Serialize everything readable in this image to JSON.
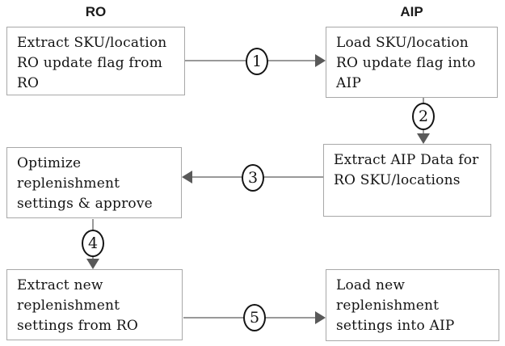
{
  "diagram": {
    "type": "flowchart",
    "columns": {
      "left": "RO",
      "right": "AIP"
    },
    "boxes": {
      "extract_flag": {
        "lines": [
          "Extract SKU/location",
          "RO update flag from",
          "RO"
        ]
      },
      "load_flag": {
        "lines": [
          "Load SKU/location",
          "RO update flag into",
          "AIP"
        ]
      },
      "extract_aip_data": {
        "lines": [
          "Extract AIP Data for",
          "RO SKU/locations"
        ]
      },
      "optimize": {
        "lines": [
          "Optimize",
          "replenishment",
          "settings & approve"
        ]
      },
      "extract_new": {
        "lines": [
          "Extract new",
          "replenishment",
          "settings from RO"
        ]
      },
      "load_new": {
        "lines": [
          "Load new",
          "replenishment",
          "settings into AIP"
        ]
      }
    },
    "steps": {
      "s1": {
        "number": "1",
        "from": "extract_flag",
        "to": "load_flag",
        "direction": "right"
      },
      "s2": {
        "number": "2",
        "from": "load_flag",
        "to": "extract_aip_data",
        "direction": "down"
      },
      "s3": {
        "number": "3",
        "from": "extract_aip_data",
        "to": "optimize",
        "direction": "left"
      },
      "s4": {
        "number": "4",
        "from": "optimize",
        "to": "extract_new",
        "direction": "down"
      },
      "s5": {
        "number": "5",
        "from": "extract_new",
        "to": "load_new",
        "direction": "right"
      }
    },
    "colors": {
      "background": "#ffffff",
      "box_border": "#a8a8a8",
      "connector_line": "#999999",
      "arrowhead": "#595959",
      "circle_border": "#151515",
      "text": "#141414"
    }
  }
}
